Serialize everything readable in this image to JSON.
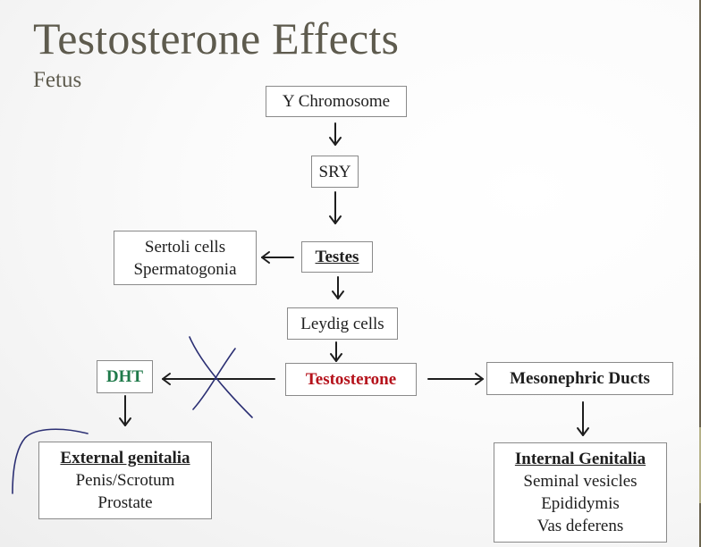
{
  "slide": {
    "title": "Testosterone Effects",
    "subtitle": "Fetus"
  },
  "nodes": {
    "y_chromosome": {
      "label": "Y Chromosome"
    },
    "sry": {
      "label": "SRY"
    },
    "testes": {
      "label": "Testes"
    },
    "sertoli": {
      "lines": [
        "Sertoli cells",
        "Spermatogonia"
      ]
    },
    "leydig": {
      "label": "Leydig cells"
    },
    "testosterone": {
      "label": "Testosterone",
      "color": "#b5121b"
    },
    "dht": {
      "label": "DHT",
      "color": "#1f7a4a"
    },
    "mesonephric": {
      "label": "Mesonephric Ducts"
    },
    "external": {
      "heading": "External genitalia",
      "lines": [
        "Penis/Scrotum",
        "Prostate"
      ]
    },
    "internal": {
      "heading": "Internal Genitalia",
      "lines": [
        "Seminal vesicles",
        "Epididymis",
        "Vas deferens"
      ]
    }
  },
  "annotations": {
    "ink_color": "#2b2f73",
    "cross_out": "Testosterone → DHT arrow crossed out",
    "bracket": "hand-drawn bracket near External genitalia"
  }
}
